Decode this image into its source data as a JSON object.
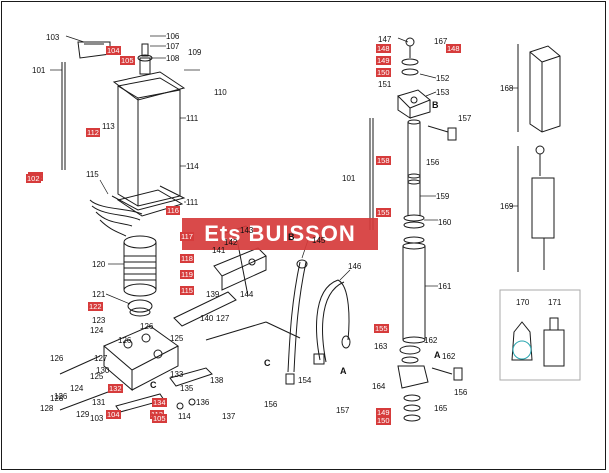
{
  "watermark": "Ets BUISSON",
  "colors": {
    "highlight": "#d63b3b",
    "line": "#1a1a1a",
    "watermark": "#d63b3b"
  },
  "plain_labels": [
    "101",
    "103",
    "106",
    "107",
    "108",
    "109",
    "110",
    "111",
    "113",
    "114",
    "111",
    "115",
    "120",
    "121",
    "123",
    "124",
    "125",
    "126",
    "127",
    "128",
    "126",
    "124",
    "128",
    "129",
    "130",
    "131",
    "103",
    "114",
    "133",
    "135",
    "136",
    "137",
    "138",
    "139",
    "140",
    "141",
    "142",
    "143",
    "144",
    "145",
    "146",
    "147",
    "151",
    "152",
    "153",
    "157",
    "156",
    "101",
    "159",
    "160",
    "161",
    "163",
    "162",
    "165",
    "164",
    "154",
    "156",
    "157",
    "156",
    "162",
    "167",
    "168",
    "169",
    "170",
    "171",
    "126",
    "125",
    "127",
    "126"
  ],
  "highlight_labels": [
    "102",
    "104",
    "105",
    "112",
    "102",
    "116",
    "117",
    "118",
    "119",
    "115",
    "122",
    "132",
    "134",
    "112",
    "104",
    "105",
    "148",
    "149",
    "150",
    "155",
    "158",
    "155",
    "148",
    "149",
    "150"
  ],
  "letters": [
    "B",
    "C",
    "A",
    "B",
    "C",
    "A"
  ]
}
